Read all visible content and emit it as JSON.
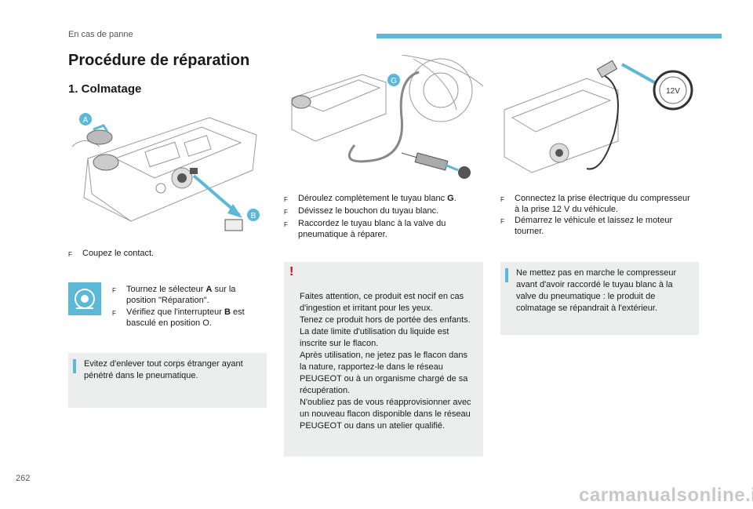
{
  "header": {
    "section": "En cas de panne"
  },
  "title": "Procédure de réparation",
  "subtitle": "1. Colmatage",
  "figures": {
    "fig1": {
      "label_a": "A",
      "label_b": "B"
    },
    "fig2": {
      "label_g": "G"
    },
    "fig3": {
      "label_12v": "12V"
    }
  },
  "col1": {
    "step1": "Coupez le contact.",
    "step2a": "Tournez le sélecteur ",
    "step2b": "A",
    "step2c": " sur la position \"Réparation\".",
    "step3a": "Vérifiez que l'interrupteur ",
    "step3b": "B",
    "step3c": " est basculé en position O.",
    "note": "Evitez d'enlever tout corps étranger ayant pénétré dans le pneumatique."
  },
  "col2": {
    "step1a": "Déroulez complètement le tuyau blanc ",
    "step1b": "G",
    "step1c": ".",
    "step2": "Dévissez le bouchon du tuyau blanc.",
    "step3": "Raccordez le tuyau blanc à la valve du pneumatique à réparer.",
    "warn_icon": "!",
    "note": "Faites attention, ce produit est nocif en cas d'ingestion et irritant pour les yeux.\nTenez ce produit hors de portée des enfants.\nLa date limite d'utilisation du liquide est inscrite sur le flacon.\nAprès utilisation, ne jetez pas le flacon dans la nature, rapportez-le dans le réseau PEUGEOT ou à un organisme chargé de sa récupération.\nN'oubliez pas de vous réapprovisionner avec un nouveau flacon disponible dans le réseau PEUGEOT ou dans un atelier qualifié."
  },
  "col3": {
    "step1": "Connectez la prise électrique du compresseur à la prise 12 V du véhicule.",
    "step2": "Démarrez le véhicule et laissez le moteur tourner.",
    "note": "Ne mettez pas en marche le compresseur avant d'avoir raccordé le tuyau blanc à la valve du pneumatique : le produit de colmatage se répandrait à l'extérieur."
  },
  "bullet_glyph": "F",
  "footer": {
    "page_number": "262",
    "watermark": "carmanualsonline.info"
  },
  "colors": {
    "accent": "#5bb8d6",
    "warning": "#d0021b",
    "note_bg": "#eceded"
  },
  "icons": [
    "compressor-selector-icon",
    "info-icon",
    "warning-icon",
    "bullet-icon"
  ]
}
